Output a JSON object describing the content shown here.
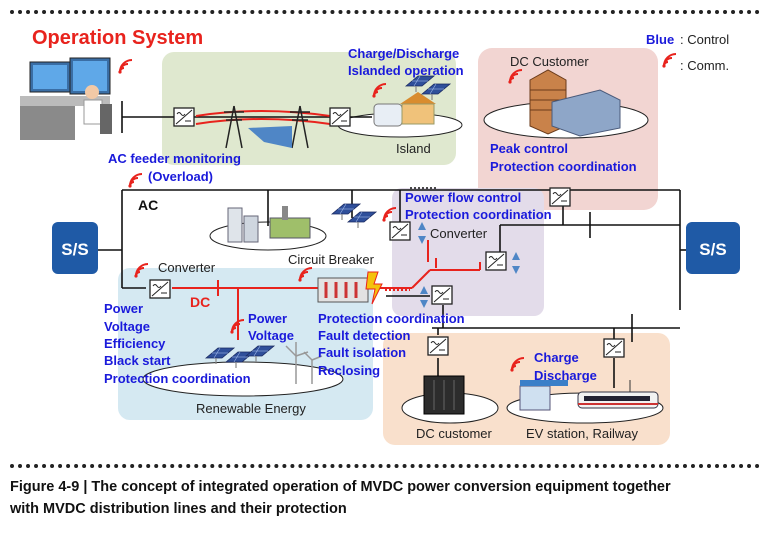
{
  "title": "Operation System",
  "legend": {
    "blue_word": "Blue",
    "control_text": ": Control",
    "comm_text": ": Comm."
  },
  "labels": {
    "charge_discharge": "Charge/Discharge",
    "islanded_operation": "Islanded operation",
    "island": "Island",
    "dc_customer_top": "DC Customer",
    "peak_control": "Peak control",
    "protection_coordination_top": "Protection coordination",
    "ac_feeder_monitoring": "AC feeder monitoring",
    "overload": "(Overload)",
    "ac": "AC",
    "power_flow_control": "Power flow control",
    "protection_coordination_mid": "Protection coordination",
    "converter_right": "Converter",
    "circuit_breaker": "Circuit Breaker",
    "ss_left": "S/S",
    "ss_right": "S/S",
    "converter_left": "Converter",
    "dc": "DC",
    "power_left": "Power",
    "voltage_left": "Voltage",
    "efficiency": "Efficiency",
    "black_start": "Black start",
    "protection_coordination_left": "Protection coordination",
    "power_center": "Power",
    "voltage_center": "Voltage",
    "protection_coordination_center": "Protection coordination",
    "fault_detection": "Fault detection",
    "fault_isolation": "Fault isolation",
    "reclosing": "Reclosing",
    "charge": "Charge",
    "discharge": "Discharge",
    "renewable_energy": "Renewable Energy",
    "dc_customer_bottom": "DC customer",
    "ev_station_railway": "EV station, Railway"
  },
  "caption": {
    "line1": "Figure 4-9 | The concept of integrated operation of MVDC power conversion equipment together",
    "line2": "with MVDC distribution lines and their protection"
  },
  "colors": {
    "title_red": "#e8231d",
    "control_blue": "#1a1adb",
    "dc_red": "#e8231d",
    "ss_blue": "#1f5aa6",
    "island_zone": "#dfe8cf",
    "dc_customer_zone": "#f2d5d2",
    "converter_zone": "#e3dcea",
    "renewable_zone": "#d5e9f2",
    "bottom_zone": "#f9e0cc"
  },
  "icons": [
    "operator-workstation-icon",
    "wireless-comm-icon",
    "converter-icon",
    "transmission-tower-icon",
    "solar-panel-icon",
    "building-icon",
    "factory-icon",
    "wind-turbine-icon",
    "battery-rack-icon",
    "ev-charger-icon",
    "train-icon",
    "circuit-breaker-icon",
    "fault-lightning-icon"
  ]
}
